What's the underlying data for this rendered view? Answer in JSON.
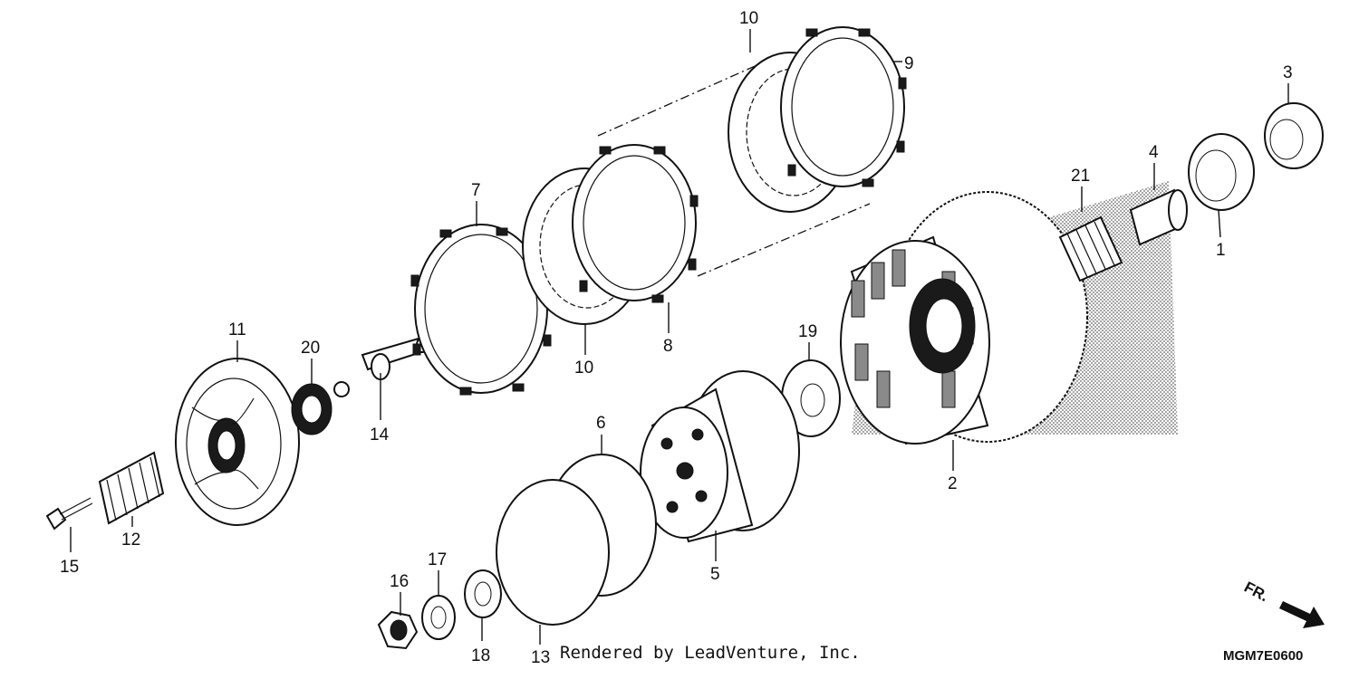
{
  "labels": {
    "p1": "1",
    "p2": "2",
    "p3": "3",
    "p4": "4",
    "p5": "5",
    "p6": "6",
    "p7": "7",
    "p8": "8",
    "p9": "9",
    "p10a": "10",
    "p10b": "10",
    "p11": "11",
    "p12": "12",
    "p13": "13",
    "p14": "14",
    "p15": "15",
    "p16": "16",
    "p17": "17",
    "p18": "18",
    "p19": "19",
    "p20": "20",
    "p21": "21"
  },
  "direction_label": "FR.",
  "credit": "Rendered by LeadVenture, Inc.",
  "diagram_code": "MGM7E0600"
}
